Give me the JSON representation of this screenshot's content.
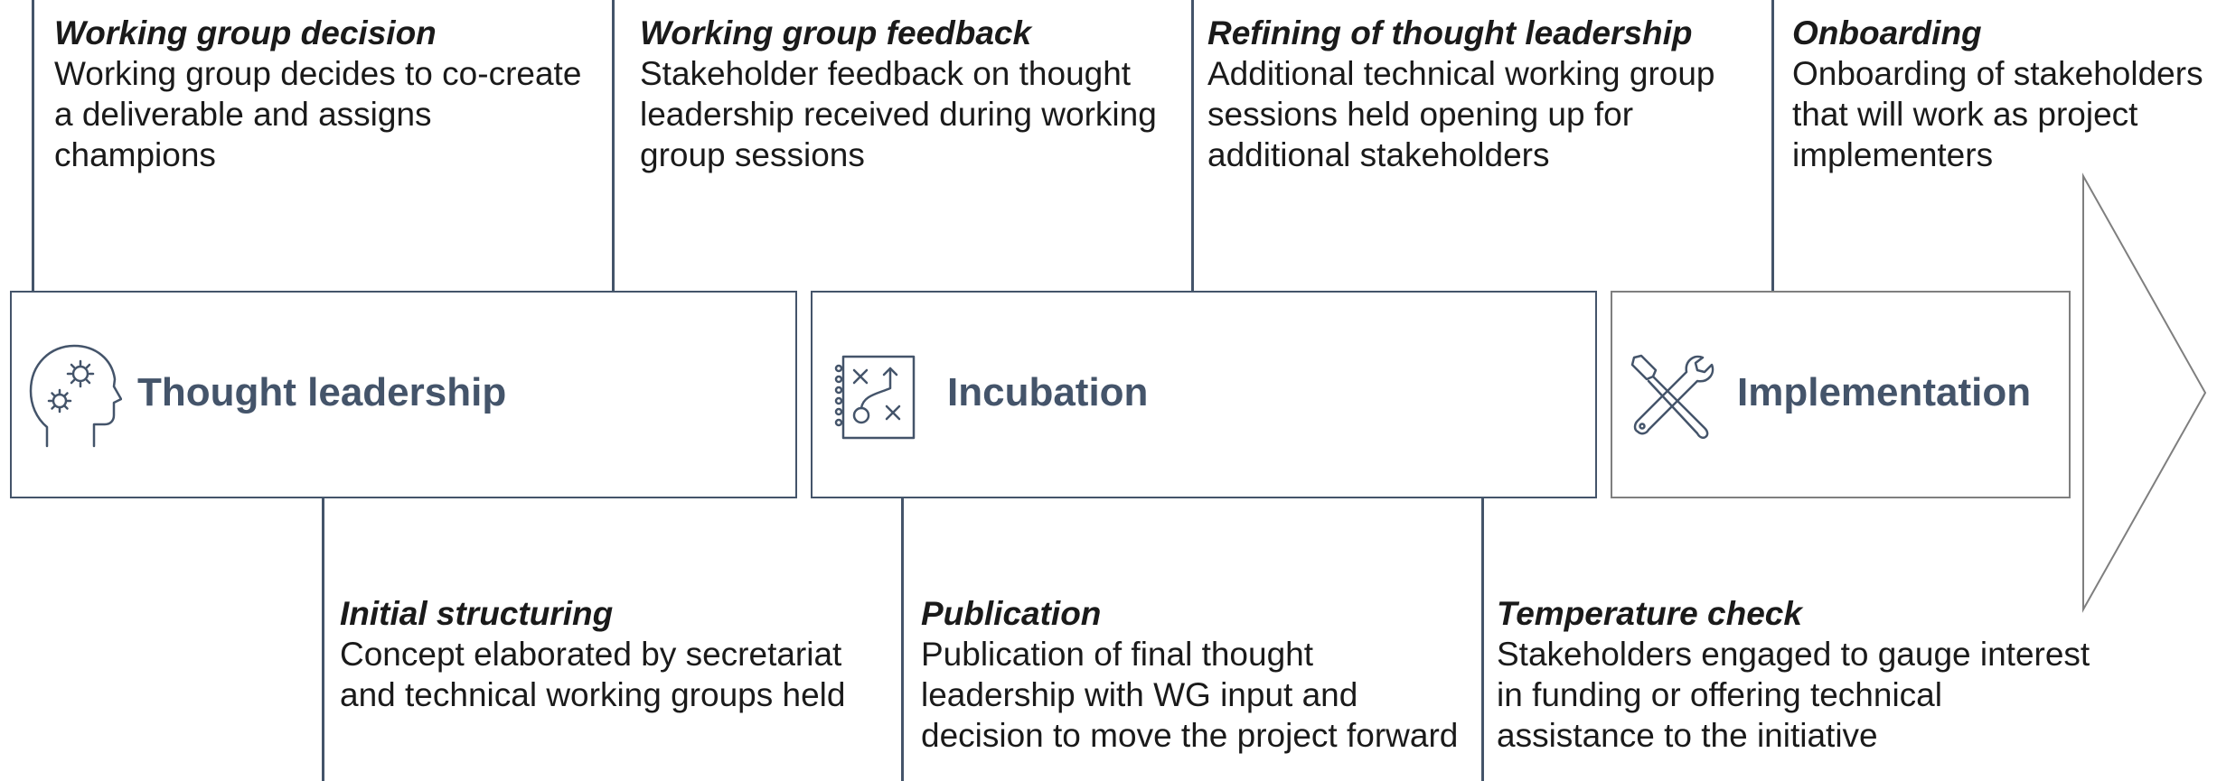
{
  "stages": [
    {
      "title": "Thought leadership",
      "icon": "head-gears-icon"
    },
    {
      "title": "Incubation",
      "icon": "strategy-board-icon"
    },
    {
      "title": "Implementation",
      "icon": "tools-icon"
    }
  ],
  "top_steps": [
    {
      "title": "Working group decision",
      "desc": "Working group decides to co-create a deliverable and assigns champions"
    },
    {
      "title": "Working group feedback",
      "desc": "Stakeholder feedback on thought leadership received during working group sessions"
    },
    {
      "title": "Refining of thought leadership",
      "desc": "Additional technical working group sessions held opening up for additional stakeholders"
    },
    {
      "title": "Onboarding",
      "desc": "Onboarding of stakeholders that will work as project implementers"
    }
  ],
  "bottom_steps": [
    {
      "title": "Initial structuring",
      "desc": "Concept elaborated by secretariat and technical working groups held"
    },
    {
      "title": "Publication",
      "desc": "Publication of final thought leadership with WG input and decision to move the project forward"
    },
    {
      "title": "Temperature check",
      "desc": "Stakeholders engaged to gauge interest in funding or offering technical assistance to the initiative"
    }
  ],
  "colors": {
    "primary": "#44546a",
    "secondary": "#7f7f7f"
  }
}
